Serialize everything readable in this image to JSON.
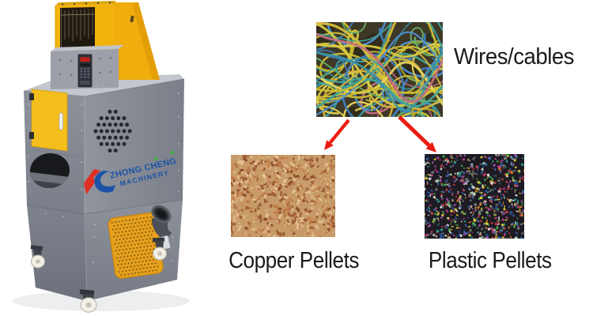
{
  "machine": {
    "brand_line1": "ZHONG CHENG",
    "brand_line2": "MACHINERY"
  },
  "flow": {
    "input_label": "Wires/cables",
    "outputs": [
      {
        "label": "Copper Pellets"
      },
      {
        "label": "Plastic Pellets"
      }
    ]
  },
  "colors": {
    "page_bg": "#ffffff",
    "arrow_red": "#ec1b12",
    "machine_yellow": "#f2b30d",
    "door_yellow": "#f4be1c",
    "vent_orange": "#e7a01d",
    "machine_gray": "#8c909a",
    "logo_blue": "#1c53a8",
    "logo_red": "#e03024",
    "logo_green": "#3fae46",
    "label_text": "#1a1a1a"
  }
}
